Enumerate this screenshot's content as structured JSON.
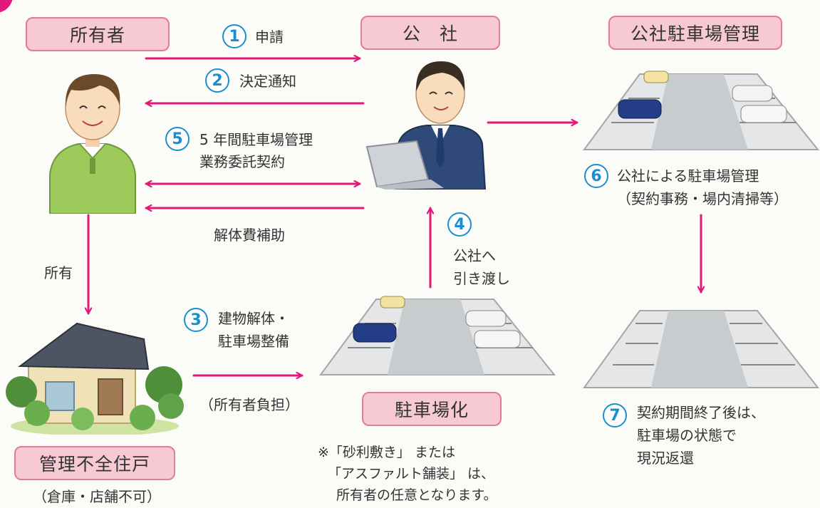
{
  "boxes": {
    "owner": "所有者",
    "corporation": "公　社",
    "corp_parking": "公社駐車場管理",
    "parking_conversion": "駐車場化",
    "poor_housing": "管理不全住戸"
  },
  "steps": [
    {
      "num": "1",
      "text": "申請"
    },
    {
      "num": "2",
      "text": "決定通知"
    },
    {
      "num": "3",
      "lines": [
        "建物解体・",
        "駐車場整備"
      ]
    },
    {
      "num": "4",
      "lines": [
        "公社へ",
        "引き渡し"
      ]
    },
    {
      "num": "5",
      "lines": [
        "5 年間駐車場管理",
        "業務委託契約"
      ]
    },
    {
      "num": "6",
      "lines": [
        "公社による駐車場管理",
        "（契約事務・場内清掃等）"
      ]
    },
    {
      "num": "7",
      "lines": [
        "契約期間終了後は、",
        "駐車場の状態で",
        "現況返還"
      ]
    }
  ],
  "labels": {
    "demolition_subsidy": "解体費補助",
    "ownership": "所有",
    "owner_burden": "（所有者負担）",
    "housing_note": "（倉庫・店舗不可）"
  },
  "note": [
    "※「砂利敷き」 または",
    "「アスファルト舗装」 は、",
    "所有者の任意となります。"
  ],
  "colors": {
    "arrow": "#e2197a",
    "number": "#1a8fd0",
    "box_fill": "#f6c9d4",
    "box_border": "#e37b96"
  }
}
